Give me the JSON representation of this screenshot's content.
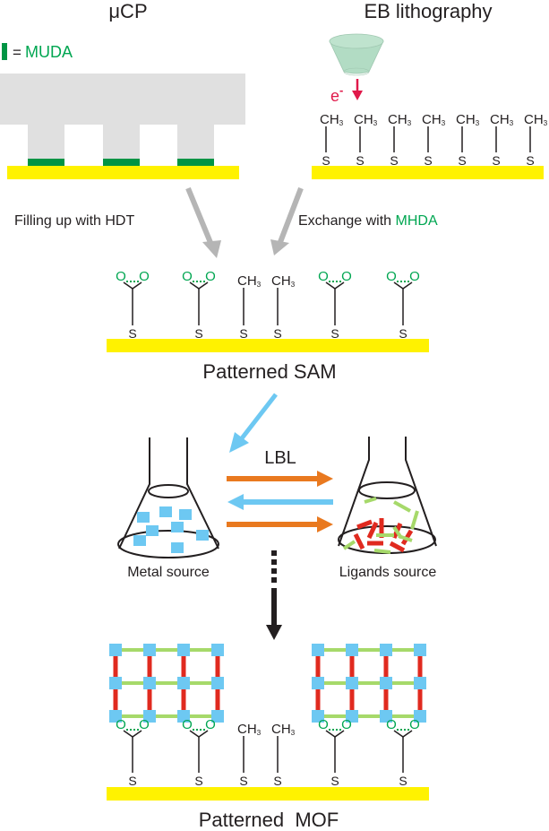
{
  "colors": {
    "gold": "#fff200",
    "stamp": "#e0e0e0",
    "muda": "#009444",
    "green_text": "#00a651",
    "gray_arrow": "#b5b5b5",
    "blue": "#6dc8f2",
    "orange": "#e9791f",
    "red": "#e02a1f",
    "lightgreen": "#a6d96a",
    "ebeam": "#b2dcc4",
    "electron": "#e0194a",
    "black": "#231f20"
  },
  "labels": {
    "ucp_title": "μCP",
    "eb_title": "EB lithography",
    "legend_eq": "=",
    "legend_muda": "MUDA",
    "electron": "e",
    "electron_sup": "-",
    "fill_hdt": "Filling up with HDT",
    "exchange_prefix": "Exchange with ",
    "exchange_mhda": "MHDA",
    "patterned_sam": "Patterned SAM",
    "lbl": "LBL",
    "metal_source": "Metal source",
    "ligands_source": "Ligands source",
    "patterned_mof": "Patterned  MOF"
  },
  "chem": {
    "ch": "CH",
    "sub3": "3",
    "sulfur": "S",
    "oxygen": "O"
  },
  "eb_chains": 7,
  "sam_pattern": [
    "COOH",
    "COOH",
    "CH3",
    "CH3",
    "COOH",
    "COOH"
  ],
  "mof_grid": {
    "rows": 3,
    "cols": 4,
    "blocks": 2
  }
}
